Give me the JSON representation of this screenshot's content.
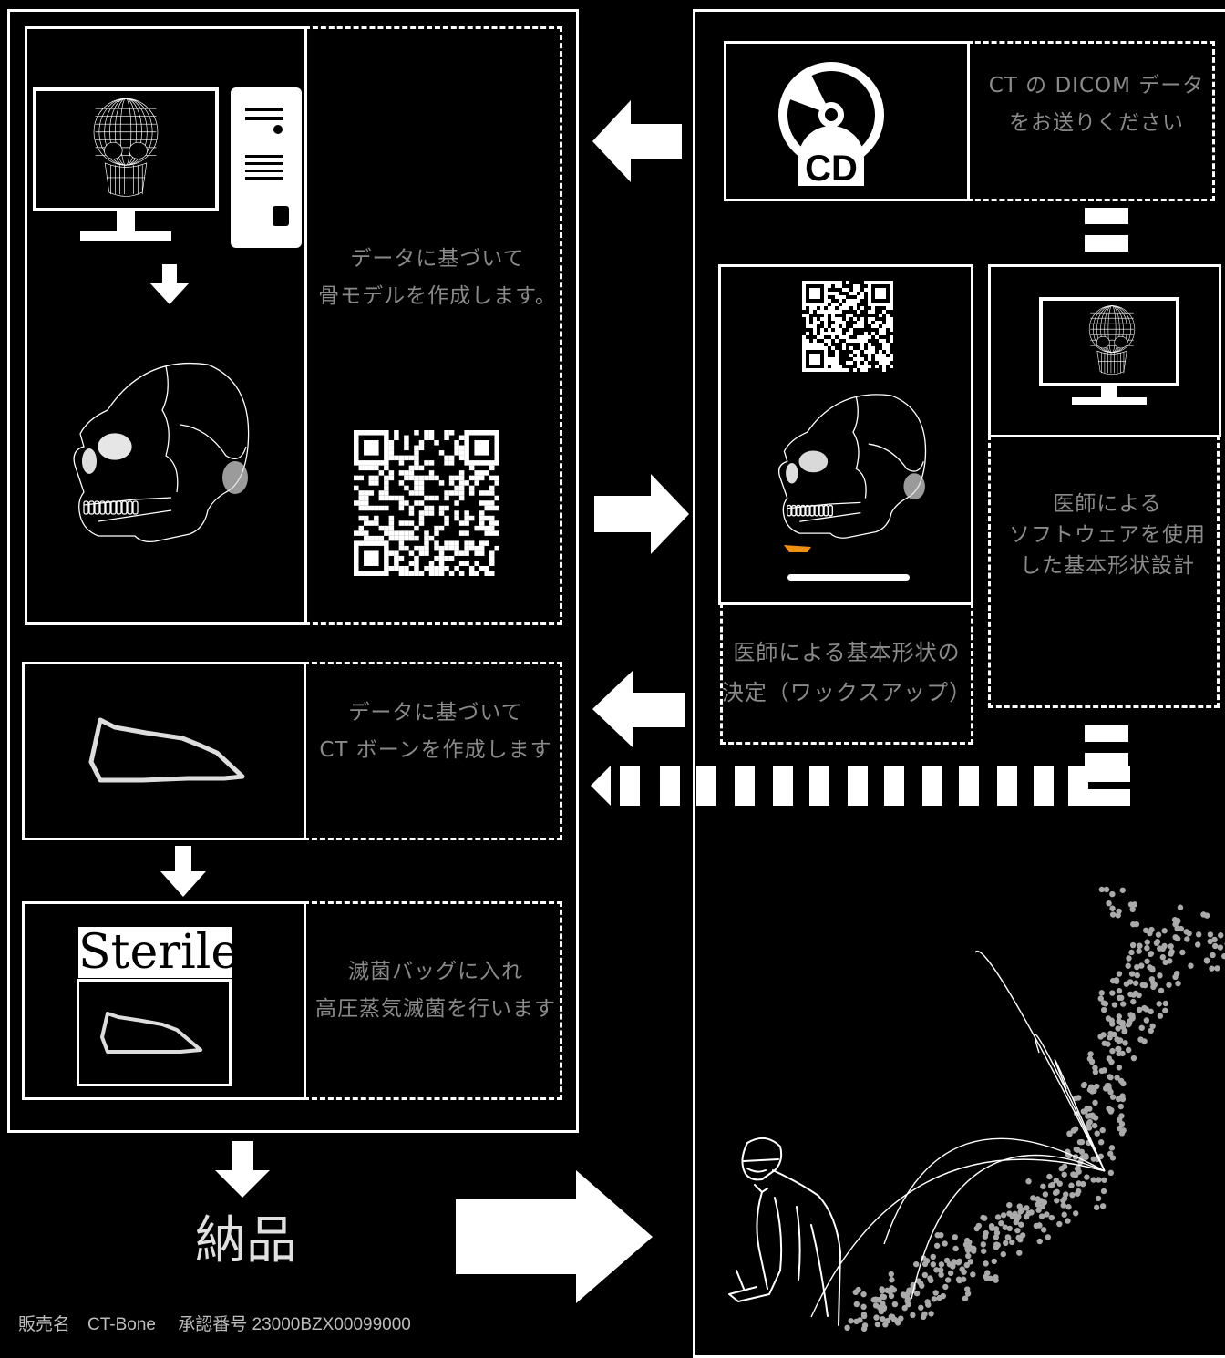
{
  "left_panel": {
    "step1_text": [
      "データに基づいて",
      "骨モデルを作成します。"
    ],
    "step2_text": [
      "データに基づいて",
      "CT ボーンを作成します"
    ],
    "step3_text": [
      "滅菌バッグに入れ",
      "高圧蒸気滅菌を行います"
    ],
    "sterile_label": "Sterile"
  },
  "right_panel": {
    "dicom_text": [
      "CT の DICOM データ",
      "をお送りください"
    ],
    "cd_label": "CD",
    "design_text": [
      "医師による",
      "ソフトウェアを使用",
      "した基本形状設計"
    ],
    "decision_text": [
      "医師による基本形状の",
      "決定（ワックスアップ）"
    ]
  },
  "delivery_label": "納品",
  "footer": {
    "text": "販売名　CT-Bone　 承認番号 23000BZX00099000"
  },
  "icons": [
    "skull-wireframe-icon",
    "monitor-icon",
    "pc-tower-icon",
    "skull-icon",
    "qr-code-icon",
    "cd-icon",
    "bone-implant-icon",
    "japan-map-icon",
    "surgeon-icon",
    "arrow-icon"
  ],
  "colors": {
    "background": "#000000",
    "line": "#ffffff",
    "text": "#8a8a8a",
    "accent": "#f0900f"
  }
}
